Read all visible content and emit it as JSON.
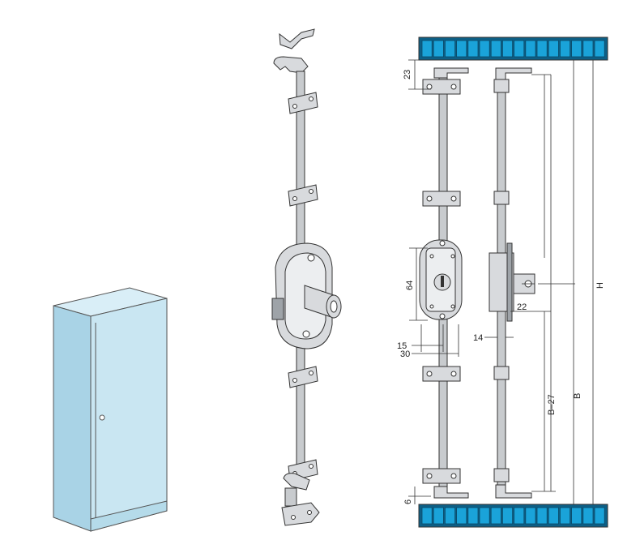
{
  "dimensions": {
    "d23": "23",
    "d64": "64",
    "d15": "15",
    "d30": "30",
    "d14": "14",
    "d22": "22",
    "dB27": "B–27",
    "dB": "B",
    "dH": "H",
    "d6": "6"
  },
  "colors": {
    "cabinet_front": "#c9e6f2",
    "cabinet_side": "#a9d3e6",
    "cabinet_top": "#d9eef7",
    "frame_blue": "#1aa3d9",
    "frame_dark": "#0d5f86"
  }
}
